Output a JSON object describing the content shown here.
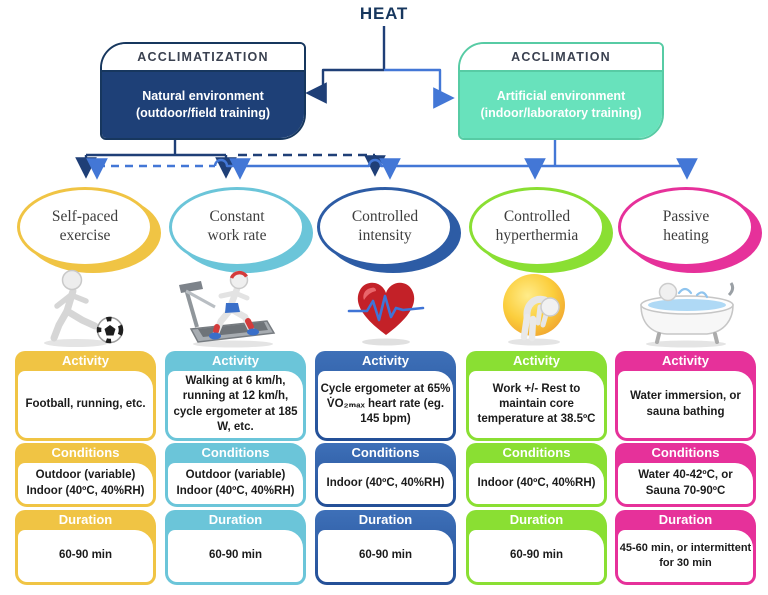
{
  "title": "HEAT",
  "branches": {
    "left": {
      "header": "ACCLIMATIZATION",
      "body": "Natural environment\n(outdoor/field training)"
    },
    "right": {
      "header": "ACCLIMATION",
      "body": "Artificial environment\n(indoor/laboratory training)"
    }
  },
  "section_labels": {
    "activity": "Activity",
    "conditions": "Conditions",
    "duration": "Duration"
  },
  "methods": [
    {
      "name": "Self-paced\nexercise",
      "icon": "soccer-player",
      "color": "#F0C444",
      "activity": "Football, running, etc.",
      "conditions": "Outdoor (variable)\nIndoor (40ºC, 40%RH)",
      "duration": "60-90 min"
    },
    {
      "name": "Constant\nwork rate",
      "icon": "treadmill-runner",
      "color": "#6BC5D9",
      "activity": "Walking at 6 km/h, running at 12 km/h, cycle ergometer at 185 W, etc.",
      "conditions": "Outdoor (variable)\nIndoor (40ºC, 40%RH)",
      "duration": "60-90 min"
    },
    {
      "name": "Controlled\nintensity",
      "icon": "heart-ecg",
      "color": "#2D5CA5",
      "activity": "Cycle ergometer at 65% V̇O₂ₘₐₓ heart rate (eg. 145 bpm)",
      "conditions": "Indoor (40ºC, 40%RH)",
      "duration": "60-90 min"
    },
    {
      "name": "Controlled\nhyperthermia",
      "icon": "overheated-figure",
      "color": "#8ADF33",
      "activity": "Work +/- Rest to maintain core temperature at 38.5ºC",
      "conditions": "Indoor (40ºC, 40%RH)",
      "duration": "60-90 min"
    },
    {
      "name": "Passive\nheating",
      "icon": "bathtub",
      "color": "#E6319A",
      "activity": "Water immersion, or sauna bathing",
      "conditions": "Water 40-42ºC, or\nSauna 70-90ºC",
      "duration": "45-60 min, or intermittent for 30 min"
    }
  ],
  "colors": {
    "dark_line": "#1F3F77",
    "blue_line": "#4377D6",
    "acclimatization_box": "#1E4077",
    "acclimation_box": "#68E2BC",
    "title_text": "#17375E"
  }
}
